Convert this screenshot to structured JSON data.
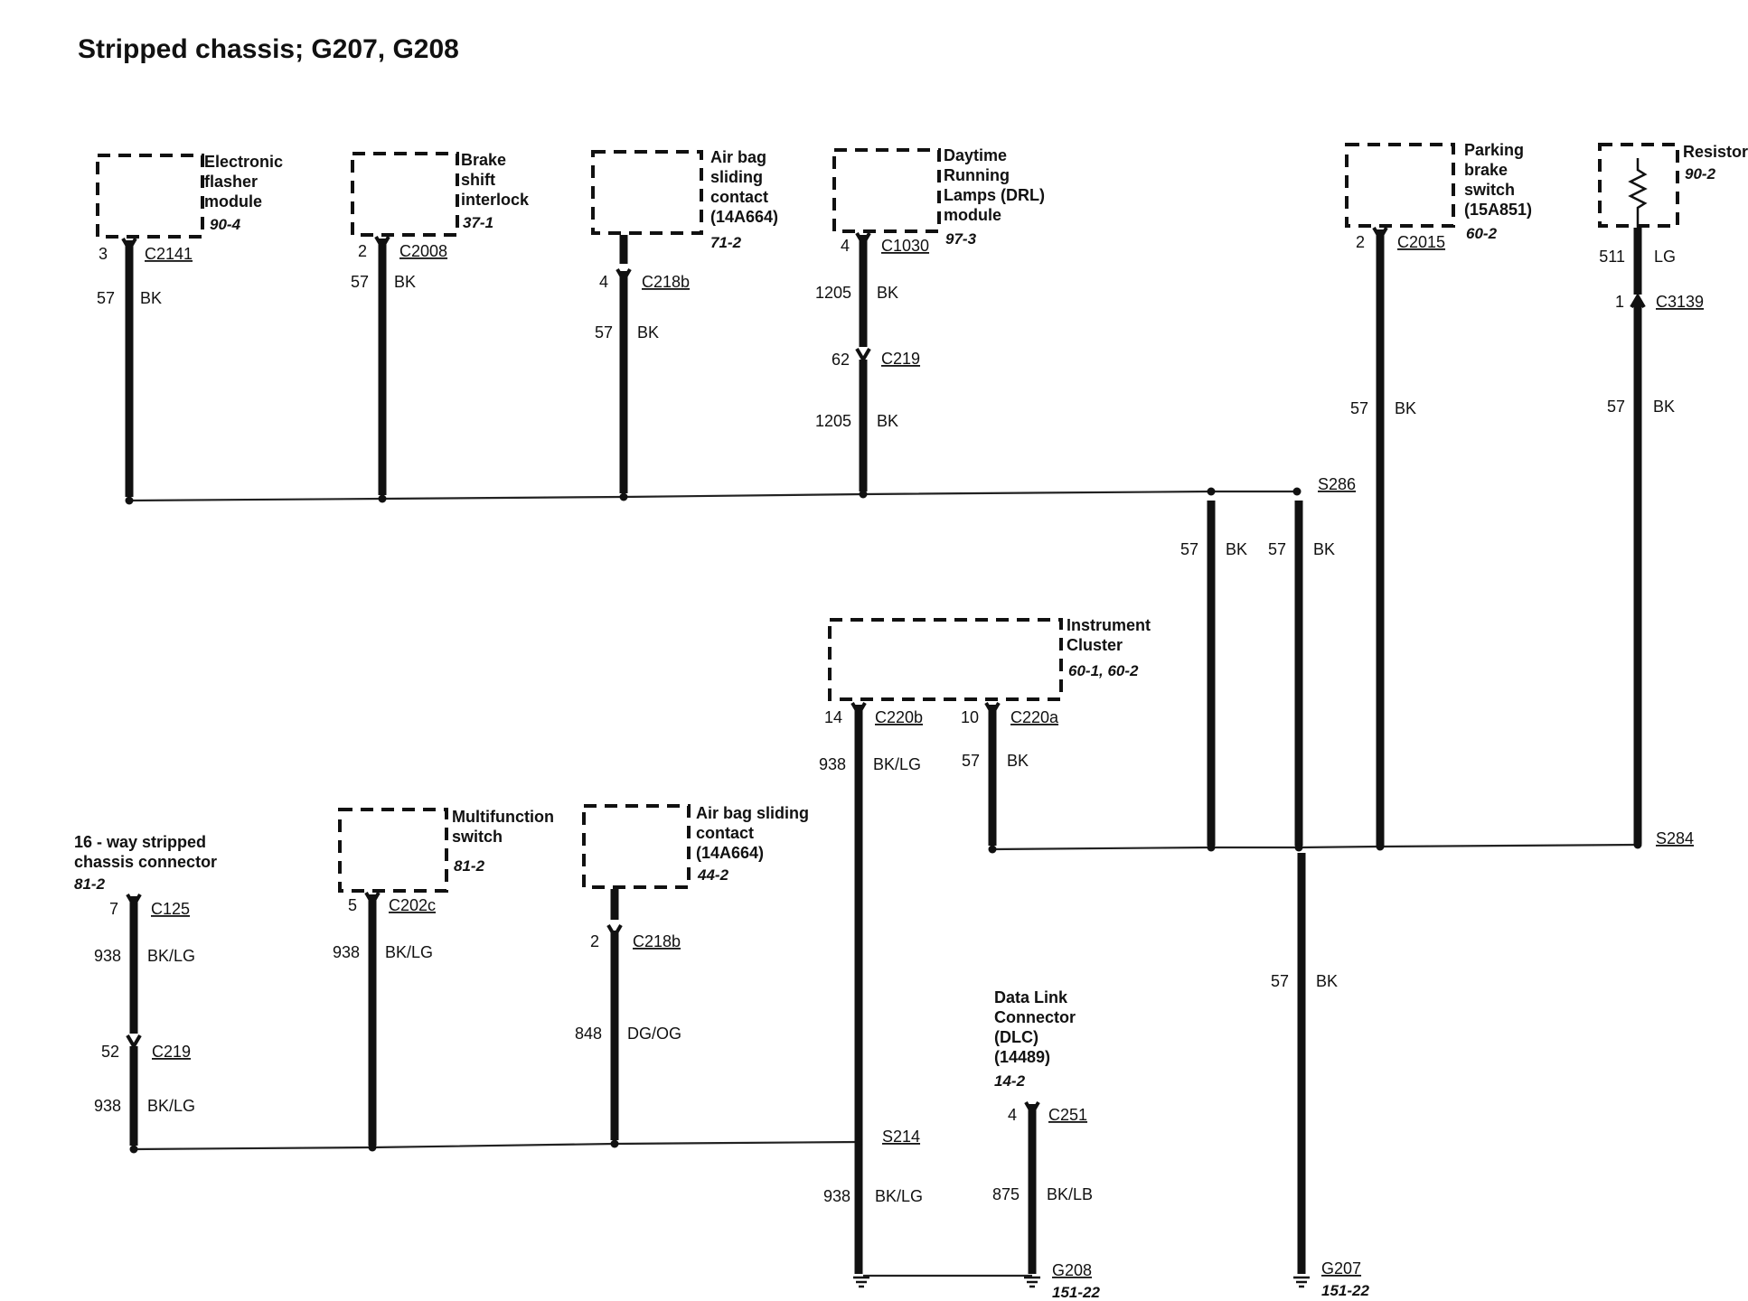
{
  "title": "Stripped chassis; G207, G208",
  "components": {
    "electronic_flasher": {
      "lines": [
        "Electronic",
        "flasher",
        "module"
      ],
      "ref": "90-4"
    },
    "brake_shift": {
      "lines": [
        "Brake",
        "shift",
        "interlock"
      ],
      "ref": "37-1"
    },
    "airbag_top": {
      "lines": [
        "Air bag",
        "sliding",
        "contact",
        "(14A664)"
      ],
      "ref": "71-2"
    },
    "drl": {
      "lines": [
        "Daytime",
        "Running",
        "Lamps (DRL)",
        "module"
      ],
      "ref": "97-3"
    },
    "parking_brake": {
      "lines": [
        "Parking",
        "brake",
        "switch",
        "(15A851)"
      ],
      "ref": "60-2"
    },
    "resistor": {
      "lines": [
        "Resistor"
      ],
      "ref": "90-2"
    },
    "instrument_cluster": {
      "lines": [
        "Instrument",
        "Cluster"
      ],
      "ref": "60-1, 60-2"
    },
    "multifunction": {
      "lines": [
        "Multifunction",
        "switch"
      ],
      "ref": "81-2"
    },
    "airbag_bottom": {
      "lines": [
        "Air bag sliding",
        "contact",
        "(14A664)"
      ],
      "ref": "44-2"
    },
    "chassis_connector": {
      "lines": [
        "16 - way stripped",
        "chassis connector"
      ],
      "ref": "81-2"
    },
    "dlc": {
      "lines": [
        "Data Link",
        "Connector",
        "(DLC)",
        "(14489)"
      ],
      "ref": "14-2"
    }
  },
  "connectors": {
    "c2141": {
      "pin": "3",
      "name": "C2141"
    },
    "c2008": {
      "pin": "2",
      "name": "C2008"
    },
    "c218b_top": {
      "pin": "4",
      "name": "C218b"
    },
    "c1030": {
      "pin": "4",
      "name": "C1030"
    },
    "c219_top": {
      "pin": "62",
      "name": "C219"
    },
    "c2015": {
      "pin": "2",
      "name": "C2015"
    },
    "c3139": {
      "pin": "1",
      "name": "C3139"
    },
    "c220b": {
      "pin": "14",
      "name": "C220b"
    },
    "c220a": {
      "pin": "10",
      "name": "C220a"
    },
    "c125": {
      "pin": "7",
      "name": "C125"
    },
    "c202c": {
      "pin": "5",
      "name": "C202c"
    },
    "c218b_bottom": {
      "pin": "2",
      "name": "C218b"
    },
    "c219_bottom": {
      "pin": "52",
      "name": "C219"
    },
    "c251": {
      "pin": "4",
      "name": "C251"
    }
  },
  "wires": {
    "w1": {
      "circuit": "57",
      "color": "BK"
    },
    "w2": {
      "circuit": "57",
      "color": "BK"
    },
    "w3": {
      "circuit": "57",
      "color": "BK"
    },
    "w4a": {
      "circuit": "1205",
      "color": "BK"
    },
    "w4b": {
      "circuit": "1205",
      "color": "BK"
    },
    "w5": {
      "circuit": "57",
      "color": "BK"
    },
    "w6": {
      "circuit": "511",
      "color": "LG"
    },
    "w7": {
      "circuit": "57",
      "color": "BK"
    },
    "w8": {
      "circuit": "57",
      "color": "BK"
    },
    "w9": {
      "circuit": "57",
      "color": "BK"
    },
    "w10": {
      "circuit": "938",
      "color": "BK/LG"
    },
    "w11": {
      "circuit": "57",
      "color": "BK"
    },
    "w12a": {
      "circuit": "938",
      "color": "BK/LG"
    },
    "w12b": {
      "circuit": "938",
      "color": "BK/LG"
    },
    "w13": {
      "circuit": "938",
      "color": "BK/LG"
    },
    "w14": {
      "circuit": "848",
      "color": "DG/OG"
    },
    "w15": {
      "circuit": "938",
      "color": "BK/LG"
    },
    "w16": {
      "circuit": "875",
      "color": "BK/LB"
    },
    "w17": {
      "circuit": "57",
      "color": "BK"
    }
  },
  "splices": {
    "s286": "S286",
    "s284": "S284",
    "s214": "S214"
  },
  "grounds": {
    "g208": {
      "name": "G208",
      "ref": "151-22"
    },
    "g207": {
      "name": "G207",
      "ref": "151-22"
    }
  }
}
